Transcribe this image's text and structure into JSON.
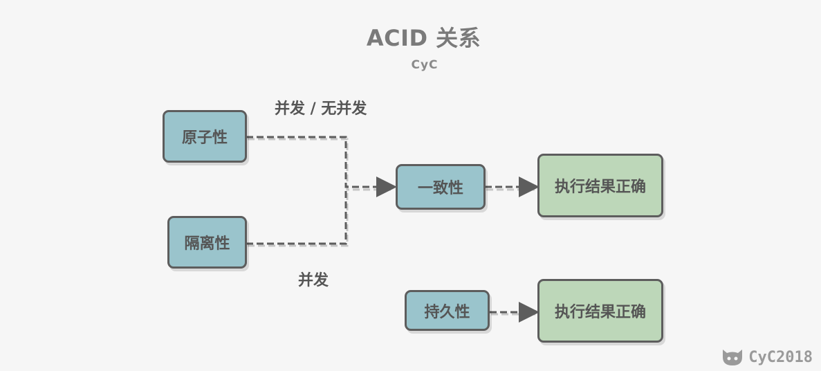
{
  "title": "ACID 关系",
  "subtitle": "CyC",
  "labels": {
    "concurrency_both": "并发 / 无并发",
    "concurrency": "并发"
  },
  "nodes": {
    "atomicity": "原子性",
    "isolation": "隔离性",
    "consistency": "一致性",
    "result_correct_1": "执行结果正确",
    "durability": "持久性",
    "result_correct_2": "执行结果正确"
  },
  "watermark": "CyC2018",
  "colors": {
    "blue_box": "#9ac4cc",
    "green_box": "#bdd7b9",
    "stroke": "#5d5d5d",
    "background": "#f6f6f6"
  }
}
